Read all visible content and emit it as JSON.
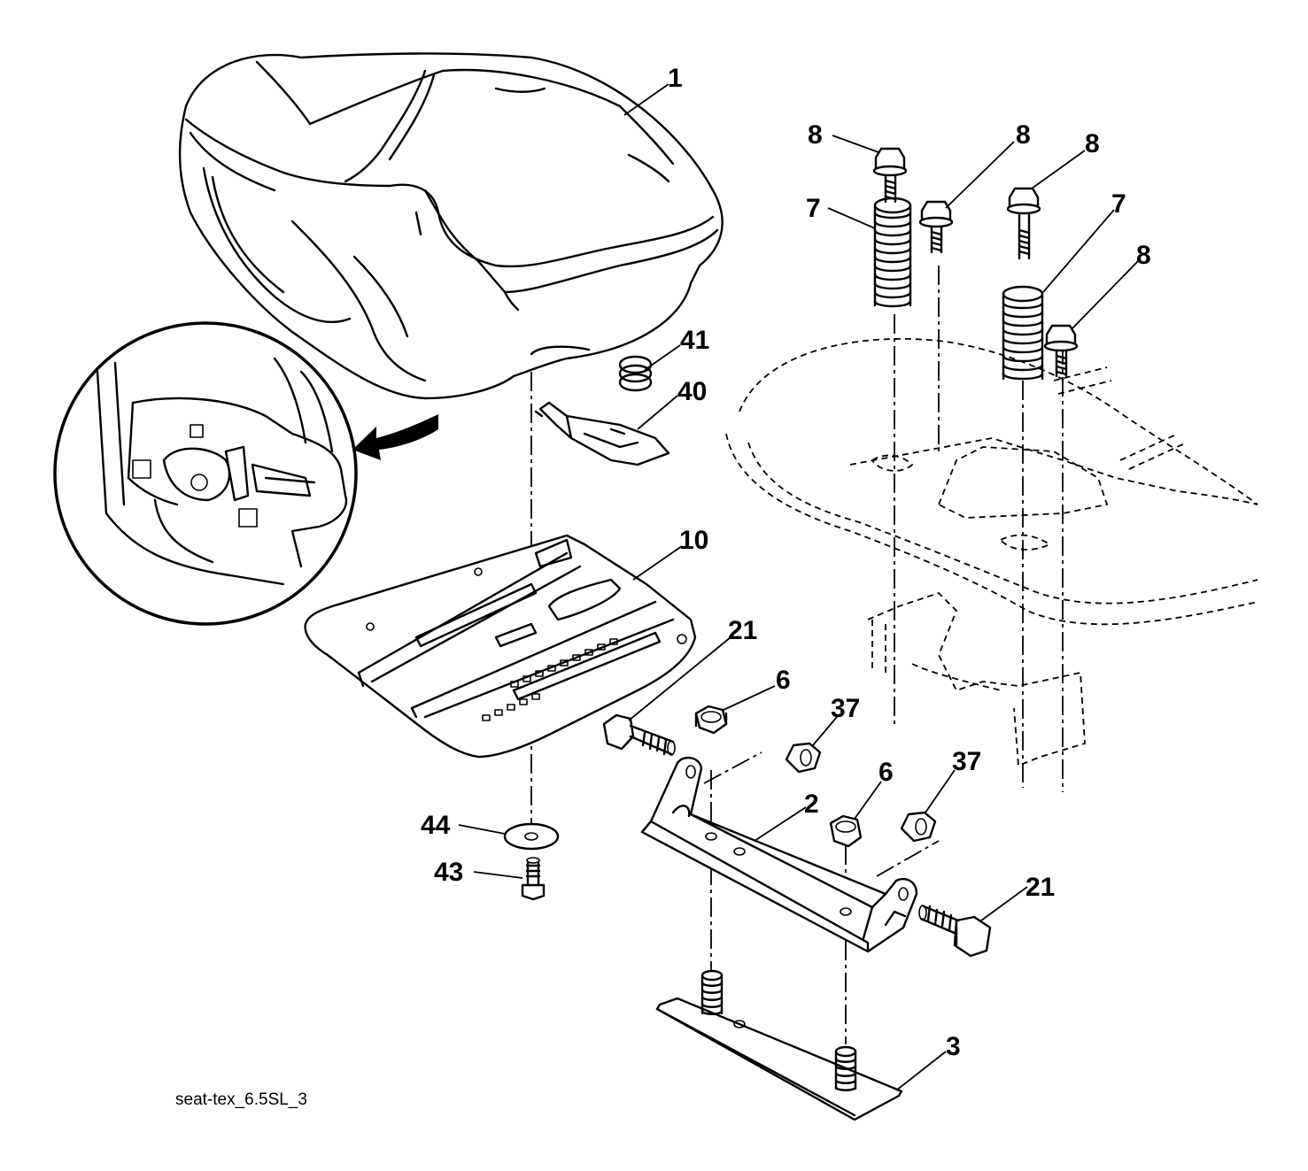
{
  "diagram": {
    "figure_ref": "seat-tex_6.5SL_3",
    "callouts": {
      "seat": "1",
      "bracket": "2",
      "plate": "3",
      "nut_a": "6",
      "nut_b": "6",
      "spring_left": "7",
      "spring_right": "7",
      "bolt_a": "8",
      "bolt_b": "8",
      "bolt_c": "8",
      "bolt_d": "8",
      "seat_pan": "10",
      "bolt_left": "21",
      "bolt_right": "21",
      "nut_c": "37",
      "nut_d": "37",
      "switch_plate": "40",
      "small_spring": "41",
      "screw": "43",
      "washer": "44"
    }
  }
}
